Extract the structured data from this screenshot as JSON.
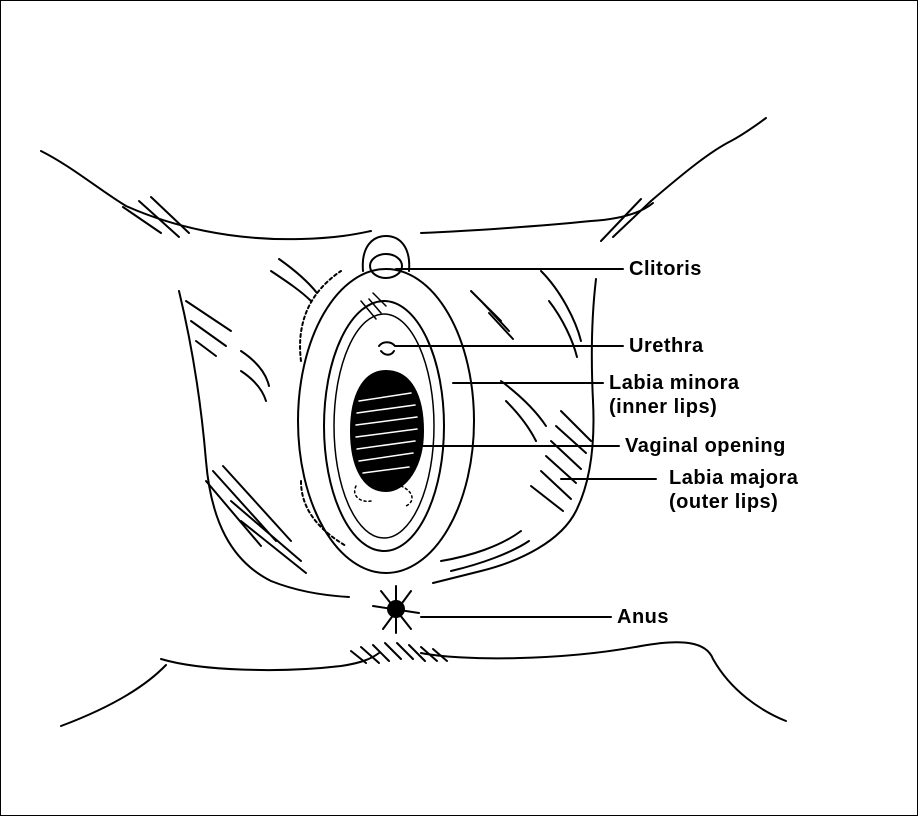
{
  "labels": {
    "clitoris": "Clitoris",
    "urethra": "Urethra",
    "labia_minora": [
      "Labia minora",
      "(inner lips)"
    ],
    "vaginal_opening": "Vaginal opening",
    "labia_majora": [
      "Labia majora",
      "(outer lips)"
    ],
    "anus": "Anus"
  },
  "colors": {
    "ink": "#000000",
    "paper": "#ffffff"
  }
}
